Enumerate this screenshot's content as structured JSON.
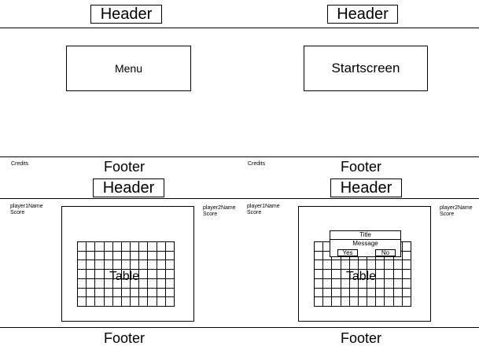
{
  "screens": {
    "menu": {
      "header": "Header",
      "box_label": "Menu",
      "credits": "Credits",
      "footer": "Footer"
    },
    "start": {
      "header": "Header",
      "box_label": "Startscreen",
      "credits": "Credits",
      "footer": "Footer"
    },
    "game": {
      "header": "Header",
      "player1_name": "player1Name",
      "player1_score": "Score",
      "player2_name": "player2Name",
      "player2_score": "Score",
      "table_label": "Table",
      "footer": "Footer"
    },
    "game_dialog": {
      "header": "Header",
      "player1_name": "player1Name",
      "player1_score": "Score",
      "player2_name": "player2Name",
      "player2_score": "Score",
      "table_label": "Table",
      "dialog": {
        "title": "Title",
        "message": "Message",
        "yes": "Yes",
        "no": "No"
      },
      "footer": "Footer"
    }
  }
}
